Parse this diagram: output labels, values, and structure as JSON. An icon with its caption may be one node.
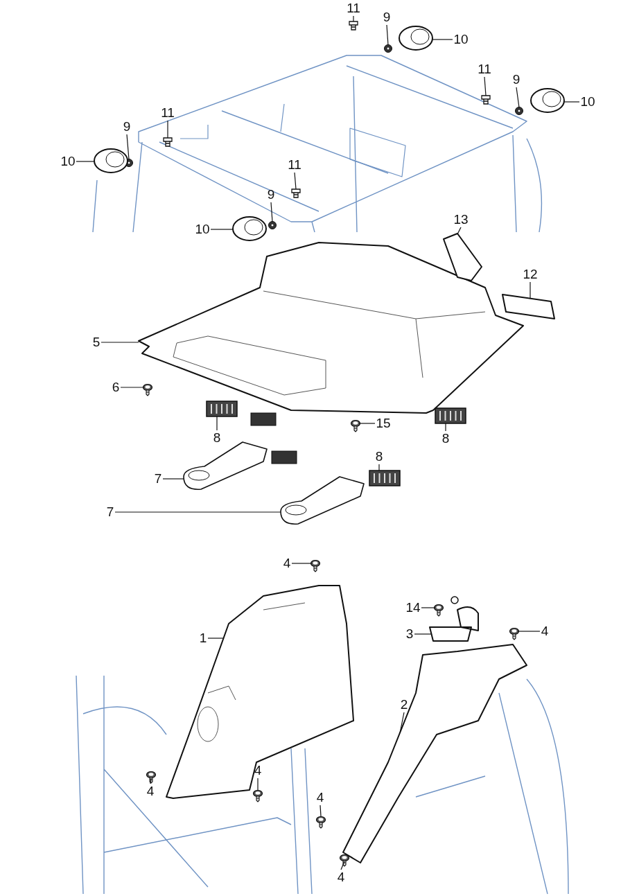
{
  "diagram": {
    "nodes": [
      {
        "text": [
          "11"
        ]
      },
      {
        "text": [
          "9"
        ]
      },
      {
        "text": [
          "10"
        ]
      },
      {
        "text": [
          "11"
        ]
      },
      {
        "text": [
          "9"
        ]
      },
      {
        "text": [
          "10"
        ]
      },
      {
        "text": [
          "11"
        ]
      },
      {
        "text": [
          "9"
        ]
      },
      {
        "text": [
          "10"
        ]
      },
      {
        "text": [
          "11"
        ]
      },
      {
        "text": [
          "9"
        ]
      },
      {
        "text": [
          "10"
        ]
      },
      {
        "text": [
          "13"
        ]
      },
      {
        "text": [
          "12"
        ]
      },
      {
        "text": [
          "5"
        ]
      },
      {
        "text": [
          "6"
        ]
      },
      {
        "text": [
          "15"
        ]
      },
      {
        "text": [
          "8"
        ]
      },
      {
        "text": [
          "8"
        ]
      },
      {
        "text": [
          "8"
        ]
      },
      {
        "text": [
          "7"
        ]
      },
      {
        "text": [
          "7"
        ]
      },
      {
        "text": [
          "4"
        ]
      },
      {
        "text": [
          "14"
        ]
      },
      {
        "text": [
          "3"
        ]
      },
      {
        "text": [
          "4"
        ]
      },
      {
        "text": [
          "1"
        ]
      },
      {
        "text": [
          "2"
        ]
      },
      {
        "text": [
          "4"
        ]
      },
      {
        "text": [
          "4"
        ]
      },
      {
        "text": [
          "4"
        ]
      },
      {
        "text": [
          "4"
        ]
      },
      {
        "text": [],
        "shape": "picture"
      },
      {
        "text": [],
        "shape": "picture"
      },
      {
        "text": [],
        "shape": "picture"
      },
      {
        "text": [],
        "shape": "picture"
      },
      {
        "text": [],
        "shape": "picture"
      },
      {
        "text": [],
        "shape": "picture"
      },
      {
        "text": [],
        "shape": "picture"
      },
      {
        "text": [],
        "shape": "picture"
      },
      {
        "text": [],
        "shape": "picture"
      },
      {
        "text": [],
        "shape": "picture"
      },
      {
        "text": [],
        "shape": "picture"
      },
      {
        "text": [],
        "shape": "picture"
      },
      {
        "text": [],
        "shape": "picture"
      },
      {
        "text": [],
        "shape": "picture"
      },
      {
        "text": [],
        "shape": "picture"
      },
      {
        "text": [],
        "shape": "picture"
      },
      {
        "text": [],
        "shape": "picture"
      },
      {
        "text": [],
        "shape": "picture"
      },
      {
        "text": [],
        "shape": "picture"
      },
      {
        "text": [],
        "shape": "picture"
      },
      {
        "text": [],
        "shape": "picture"
      },
      {
        "text": [],
        "shape": "picture"
      },
      {
        "text": [],
        "shape": "picture"
      },
      {
        "text": [],
        "shape": "picture"
      },
      {
        "text": [],
        "shape": "picture"
      },
      {
        "text": [],
        "shape": "picture"
      },
      {
        "text": [],
        "shape": "picture"
      },
      {
        "text": [],
        "shape": "picture"
      },
      {
        "text": [],
        "shape": "picture"
      },
      {
        "text": [],
        "shape": "picture"
      },
      {
        "text": [],
        "shape": "picture"
      },
      {
        "text": [],
        "shape": "picture"
      }
    ],
    "edges": [
      {
        "from": 0,
        "to": 32,
        "arrow": "none"
      },
      {
        "from": 1,
        "to": 33,
        "arrow": "none"
      },
      {
        "from": 2,
        "to": 34,
        "arrow": "none"
      },
      {
        "from": 3,
        "to": 35,
        "arrow": "none"
      },
      {
        "from": 4,
        "to": 36,
        "arrow": "none"
      },
      {
        "from": 5,
        "to": 37,
        "arrow": "none"
      },
      {
        "from": 6,
        "to": 38,
        "arrow": "none"
      },
      {
        "from": 7,
        "to": 39,
        "arrow": "none"
      },
      {
        "from": 8,
        "to": 40,
        "arrow": "none"
      },
      {
        "from": 9,
        "to": 41,
        "arrow": "none"
      },
      {
        "from": 10,
        "to": 42,
        "arrow": "none"
      },
      {
        "from": 11,
        "to": 43,
        "arrow": "none"
      },
      {
        "from": 12,
        "to": 44,
        "arrow": "none"
      },
      {
        "from": 13,
        "to": 45,
        "arrow": "none"
      },
      {
        "from": 14,
        "to": 46,
        "arrow": "none"
      },
      {
        "from": 15,
        "to": 47,
        "arrow": "none"
      },
      {
        "from": 16,
        "to": 48,
        "arrow": "none"
      },
      {
        "from": 17,
        "to": 49,
        "arrow": "none"
      },
      {
        "from": 18,
        "to": 50,
        "arrow": "none"
      },
      {
        "from": 19,
        "to": 51,
        "arrow": "none"
      },
      {
        "from": 20,
        "to": 52,
        "arrow": "none"
      },
      {
        "from": 21,
        "to": 53,
        "arrow": "none"
      },
      {
        "from": 22,
        "to": 54,
        "arrow": "none"
      },
      {
        "from": 23,
        "to": 55,
        "arrow": "none"
      },
      {
        "from": 24,
        "to": 56,
        "arrow": "none"
      },
      {
        "from": 25,
        "to": 57,
        "arrow": "none"
      },
      {
        "from": 26,
        "to": 58,
        "arrow": "none"
      },
      {
        "from": 27,
        "to": 59,
        "arrow": "none"
      },
      {
        "from": 28,
        "to": 60,
        "arrow": "none"
      },
      {
        "from": 29,
        "to": 61,
        "arrow": "none"
      },
      {
        "from": 30,
        "to": 62,
        "arrow": "none"
      },
      {
        "from": 31,
        "to": 63,
        "arrow": "none"
      }
    ]
  }
}
